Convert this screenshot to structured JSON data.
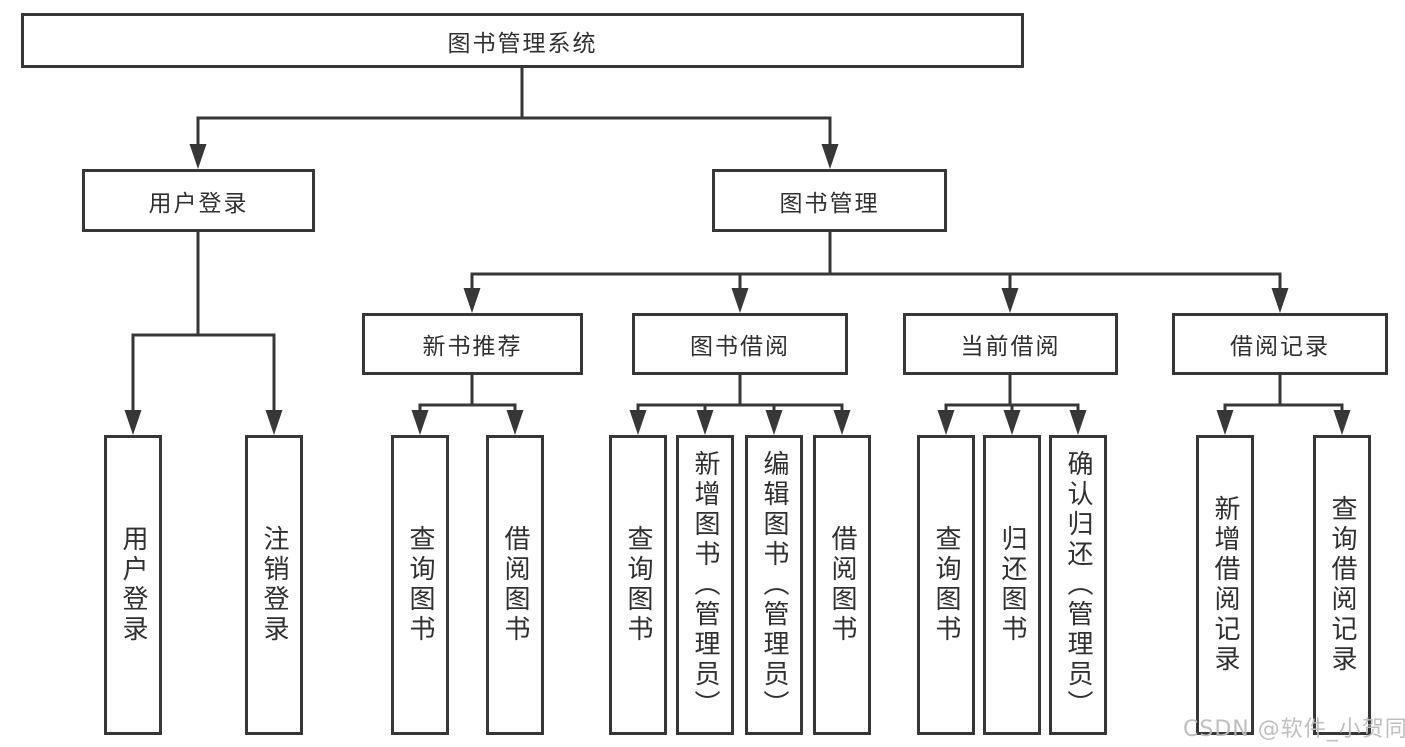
{
  "diagram": {
    "title": "图书管理系统",
    "watermark": "CSDN @软件_小贺同学",
    "colors": {
      "line": "#373737",
      "border": "#373737",
      "text": "#303030",
      "background": "#ffffff",
      "watermark": "#bcbcbc"
    }
  },
  "tree": {
    "root": {
      "label": "图书管理系统",
      "children": [
        {
          "label": "用户登录",
          "children": [
            {
              "label": "用户登录"
            },
            {
              "label": "注销登录"
            }
          ]
        },
        {
          "label": "图书管理",
          "children": [
            {
              "label": "新书推荐",
              "children": [
                {
                  "label": "查询图书"
                },
                {
                  "label": "借阅图书"
                }
              ]
            },
            {
              "label": "图书借阅",
              "children": [
                {
                  "label": "查询图书"
                },
                {
                  "label": "新增图书（管理员）"
                },
                {
                  "label": "编辑图书（管理员）"
                },
                {
                  "label": "借阅图书"
                }
              ]
            },
            {
              "label": "当前借阅",
              "children": [
                {
                  "label": "查询图书"
                },
                {
                  "label": "归还图书"
                },
                {
                  "label": "确认归还（管理员）"
                }
              ]
            },
            {
              "label": "借阅记录",
              "children": [
                {
                  "label": "新增借阅记录"
                },
                {
                  "label": "查询借阅记录"
                }
              ]
            }
          ]
        }
      ]
    }
  }
}
